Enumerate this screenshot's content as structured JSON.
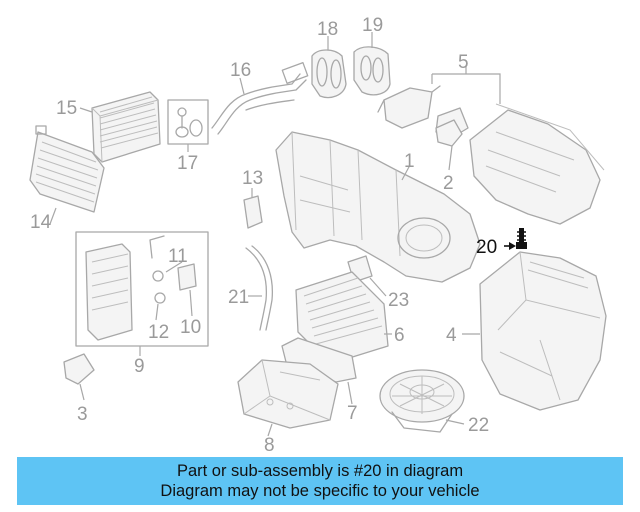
{
  "callouts": {
    "c1": "1",
    "c2": "2",
    "c3": "3",
    "c4": "4",
    "c5": "5",
    "c6": "6",
    "c7": "7",
    "c8": "8",
    "c9": "9",
    "c10": "10",
    "c11": "11",
    "c12": "12",
    "c13": "13",
    "c14": "14",
    "c15": "15",
    "c16": "16",
    "c17": "17",
    "c18": "18",
    "c19": "19",
    "c20": "20",
    "c21": "21",
    "c22": "22",
    "c23": "23"
  },
  "highlighted_part": "20",
  "colors": {
    "banner": "#5ec4f4",
    "line_art": "#a8a8a8",
    "highlight": "#111111"
  },
  "banner": {
    "line1": "Part or sub-assembly is #20 in diagram",
    "line2": "Diagram may not be specific to your vehicle"
  }
}
